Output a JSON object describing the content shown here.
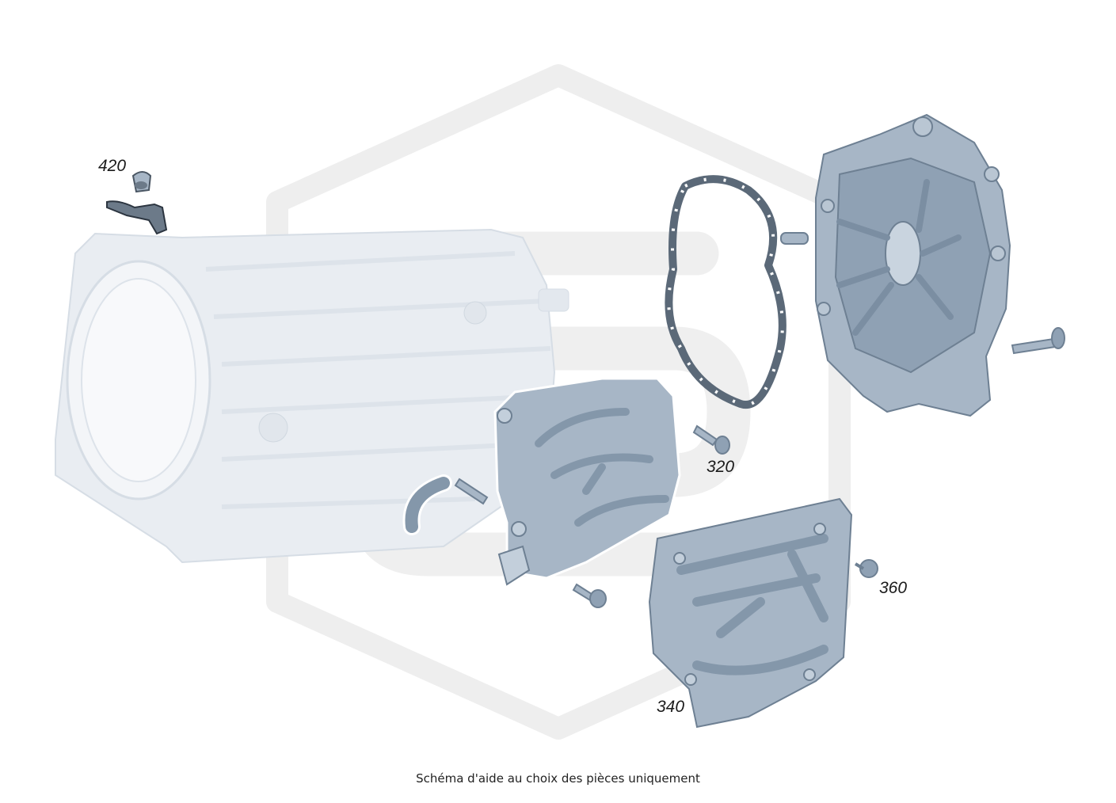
{
  "diagram": {
    "callouts": [
      {
        "id": "420",
        "label": "420"
      },
      {
        "id": "320",
        "label": "320"
      },
      {
        "id": "360",
        "label": "360"
      },
      {
        "id": "340",
        "label": "340"
      }
    ],
    "caption": "Schéma d'aide au choix des pièces uniquement"
  },
  "colors": {
    "part_fill": "#a7b6c6",
    "part_shade": "#8497aa",
    "part_light": "#c3cfdb",
    "ghost_fill": "#e9edf2",
    "ghost_stroke": "#d6dde5",
    "gasket_stroke": "#5b6978",
    "watermark": "#ececec"
  }
}
